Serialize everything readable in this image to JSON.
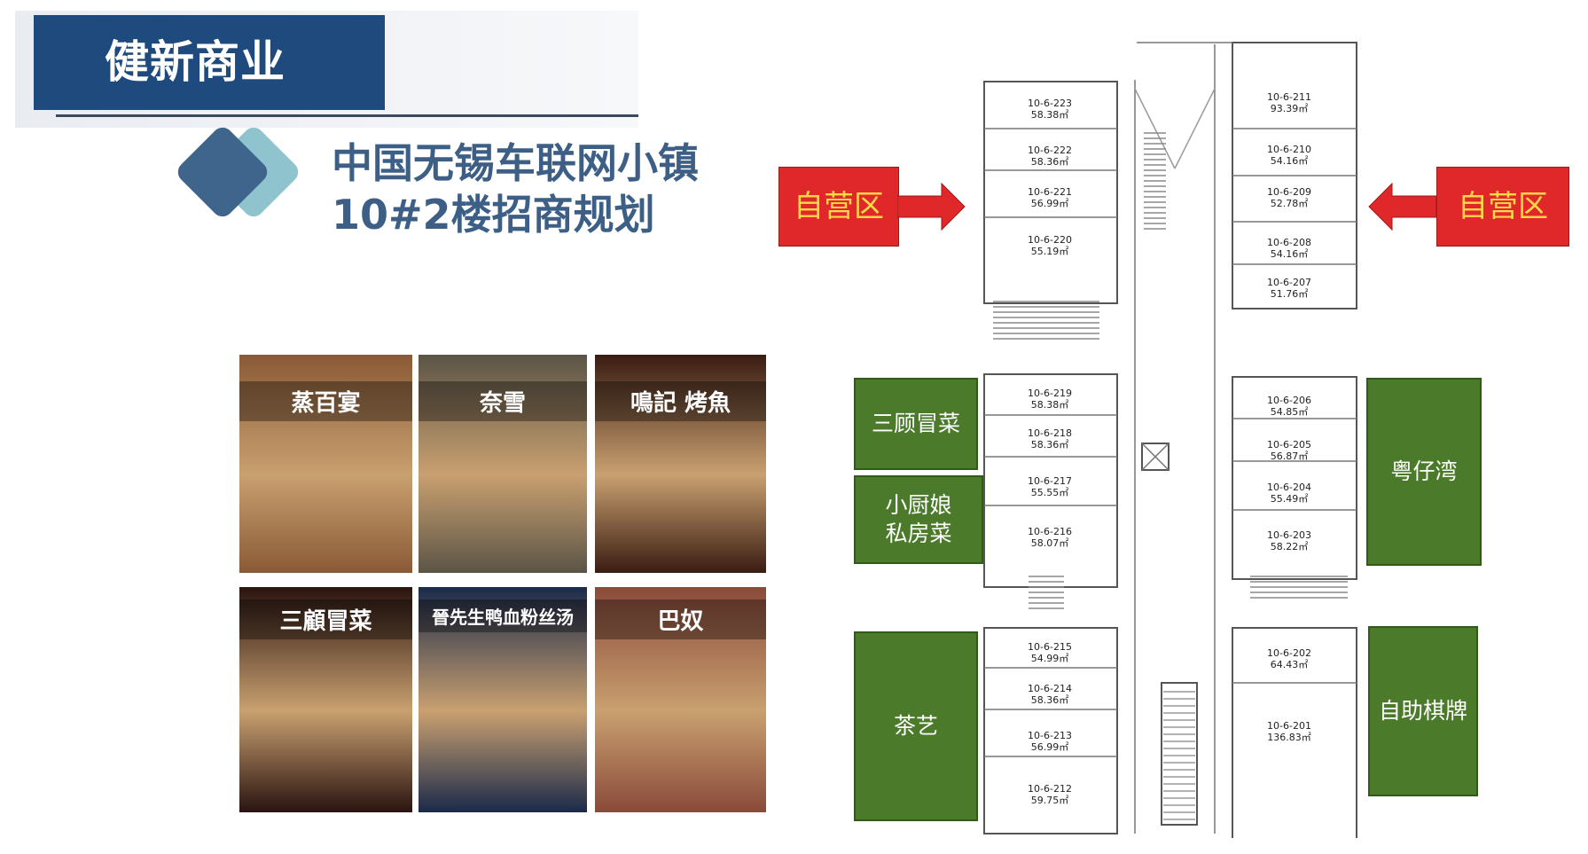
{
  "header": {
    "brand": "健新商业",
    "title_line1": "中国无锡车联网小镇",
    "title_line2": "10#2楼招商规划"
  },
  "photos": [
    {
      "sign": "蒸百宴",
      "bg": "#8a5a36"
    },
    {
      "sign": "奈雪",
      "bg": "#5b5446"
    },
    {
      "sign": "鳴記 烤魚",
      "bg": "#3a1c12"
    },
    {
      "sign": "三顧冒菜",
      "bg": "#2a1410"
    },
    {
      "sign": "晉先生鸭血粉丝汤",
      "bg": "#1b2a4a"
    },
    {
      "sign": "巴奴",
      "bg": "#8a4a3a"
    }
  ],
  "callouts": {
    "self_left": "自营区",
    "self_right": "自营区",
    "sangu": "三顾冒菜",
    "xiaochu": "小厨娘\n私房菜",
    "chayi": "茶艺",
    "yuezai": "粤仔湾",
    "qipai": "自助棋牌"
  },
  "colors": {
    "red": "#e0282a",
    "green": "#4b7a2a",
    "navy": "#1f4a7d"
  },
  "units": [
    {
      "id": "10-6-223",
      "area": "58.38㎡"
    },
    {
      "id": "10-6-222",
      "area": "58.36㎡"
    },
    {
      "id": "10-6-221",
      "area": "56.99㎡"
    },
    {
      "id": "10-6-220",
      "area": "55.19㎡"
    },
    {
      "id": "10-6-219",
      "area": "58.38㎡"
    },
    {
      "id": "10-6-218",
      "area": "58.36㎡"
    },
    {
      "id": "10-6-217",
      "area": "55.55㎡"
    },
    {
      "id": "10-6-216",
      "area": "58.07㎡"
    },
    {
      "id": "10-6-215",
      "area": "54.99㎡"
    },
    {
      "id": "10-6-214",
      "area": "58.36㎡"
    },
    {
      "id": "10-6-213",
      "area": "56.99㎡"
    },
    {
      "id": "10-6-212",
      "area": "59.75㎡"
    },
    {
      "id": "10-6-211",
      "area": "93.39㎡"
    },
    {
      "id": "10-6-210",
      "area": "54.16㎡"
    },
    {
      "id": "10-6-209",
      "area": "52.78㎡"
    },
    {
      "id": "10-6-208",
      "area": "54.16㎡"
    },
    {
      "id": "10-6-207",
      "area": "51.76㎡"
    },
    {
      "id": "10-6-206",
      "area": "54.85㎡"
    },
    {
      "id": "10-6-205",
      "area": "56.87㎡"
    },
    {
      "id": "10-6-204",
      "area": "55.49㎡"
    },
    {
      "id": "10-6-203",
      "area": "58.22㎡"
    },
    {
      "id": "10-6-202",
      "area": "64.43㎡"
    },
    {
      "id": "10-6-201",
      "area": "136.83㎡"
    }
  ]
}
